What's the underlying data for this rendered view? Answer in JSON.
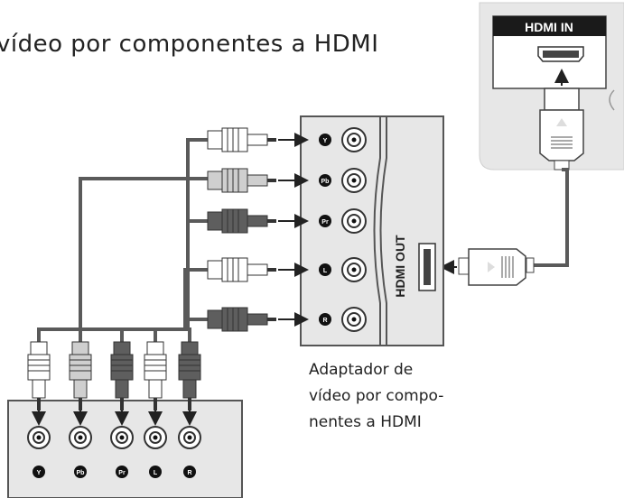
{
  "title": "vídeo por componentes a HDMI",
  "tv": {
    "port_label": "HDMI IN"
  },
  "adapter": {
    "output_label": "HDMI  OUT",
    "input_badges": [
      "Y",
      "Pb",
      "Pr",
      "L",
      "R"
    ],
    "caption_lines": [
      "Adaptador de",
      "vídeo por compo-",
      "nentes a HDMI"
    ]
  },
  "source": {
    "output_badges": [
      "Y",
      "Pb",
      "Pr",
      "L",
      "R"
    ]
  },
  "colors": {
    "panel": "#e7e7e7",
    "outline": "#555555",
    "wire": "#5a5a5a",
    "plug_white": "#ffffff",
    "plug_gray": "#cfcfcf",
    "plug_dark": "#5e5e5e",
    "jack_ring": "#333333",
    "arrow": "#222222"
  }
}
